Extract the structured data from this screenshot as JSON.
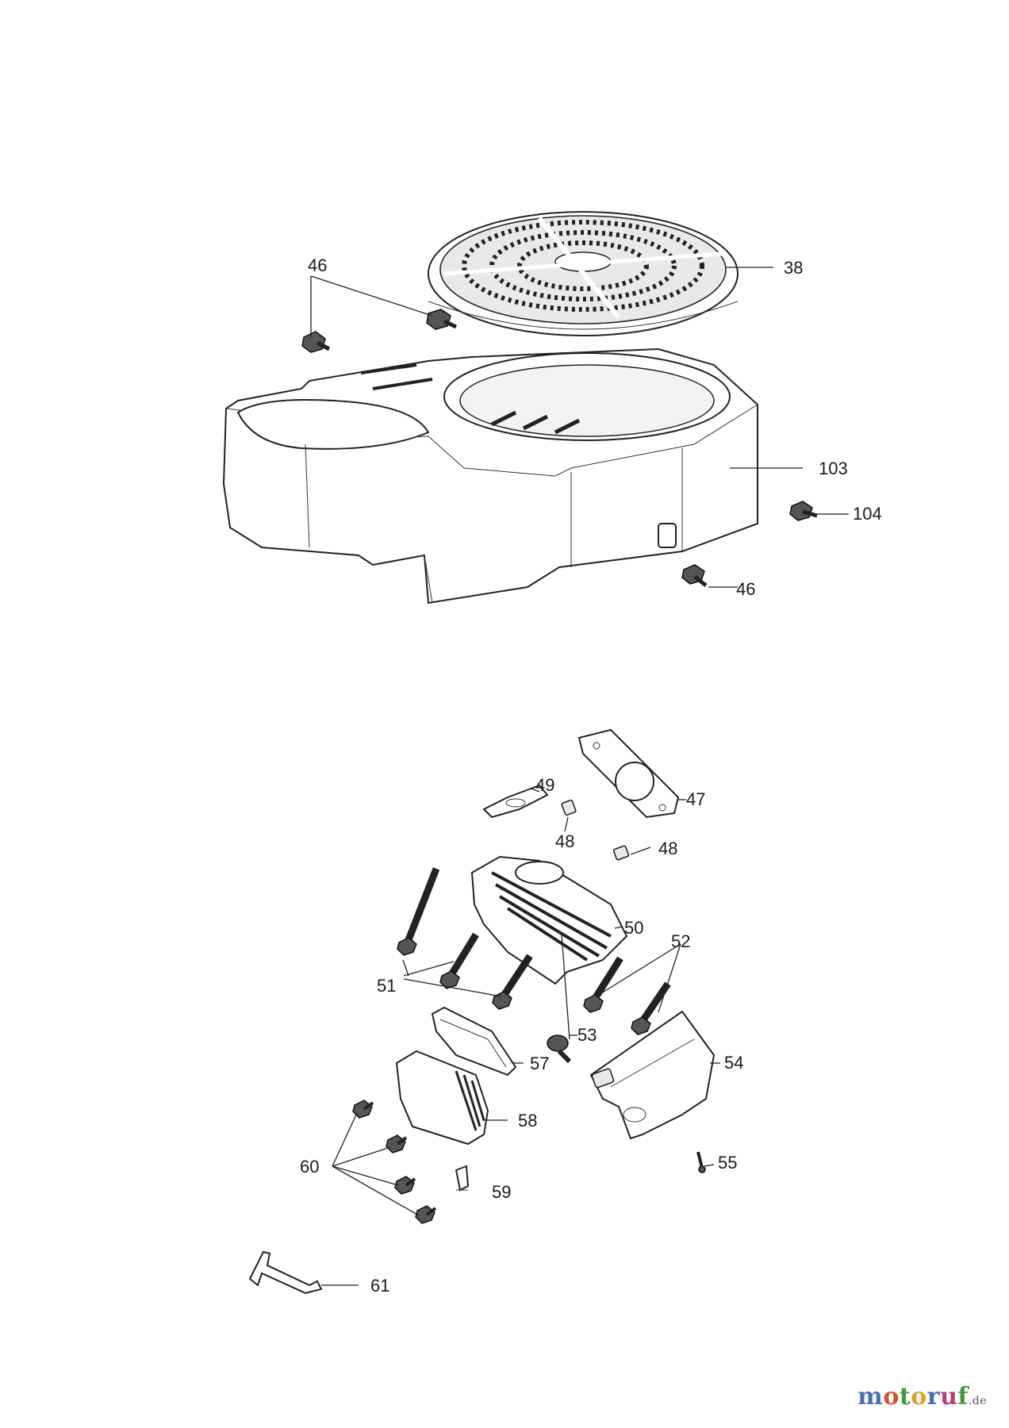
{
  "callouts": {
    "c38": "38",
    "c46a": "46",
    "c46b": "46",
    "c103": "103",
    "c104": "104",
    "c47": "47",
    "c48a": "48",
    "c48b": "48",
    "c49": "49",
    "c50": "50",
    "c51": "51",
    "c52": "52",
    "c53": "53",
    "c54": "54",
    "c55": "55",
    "c57": "57",
    "c58": "58",
    "c59": "59",
    "c60": "60",
    "c61": "61"
  },
  "watermark": {
    "letters": [
      "m",
      "o",
      "t",
      "o",
      "r",
      "u",
      "f"
    ],
    "colors": [
      "#4a6fb5",
      "#d9502a",
      "#3e9a3a",
      "#e0a020",
      "#4a6fb5",
      "#c03a7a",
      "#3e9a3a"
    ],
    "suffix": ".de"
  }
}
